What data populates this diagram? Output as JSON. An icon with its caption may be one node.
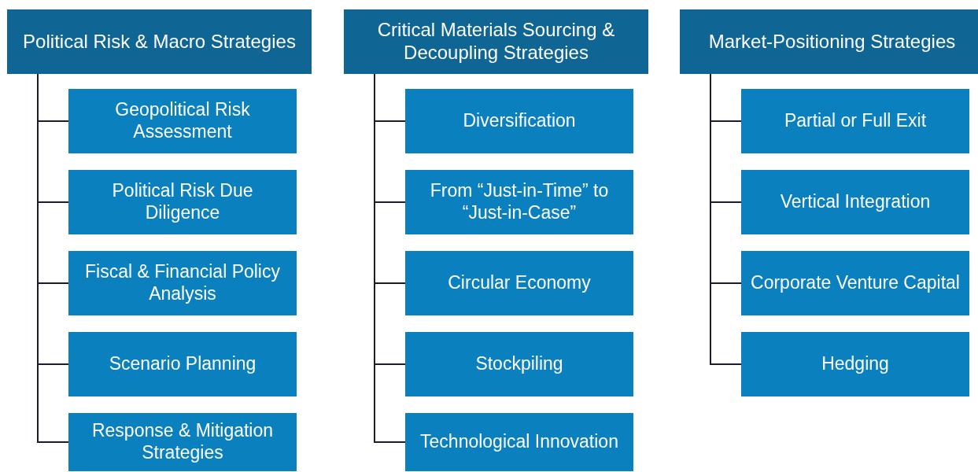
{
  "diagram": {
    "nodes": [
      {
        "text": [
          "Political Risk & Macro Strategies"
        ]
      },
      {
        "text": [
          "Geopolitical Risk Assessment"
        ]
      },
      {
        "text": [
          "Political Risk Due Diligence"
        ]
      },
      {
        "text": [
          "Fiscal & Financial Policy Analysis"
        ]
      },
      {
        "text": [
          "Scenario Planning"
        ]
      },
      {
        "text": [
          "Response & Mitigation Strategies"
        ]
      },
      {
        "text": [
          "Critical Materials Sourcing & Decoupling Strategies"
        ]
      },
      {
        "text": [
          "Diversification"
        ]
      },
      {
        "text": [
          "From “Just-in-Time” to “Just-in-Case”"
        ]
      },
      {
        "text": [
          "Circular Economy"
        ]
      },
      {
        "text": [
          "Stockpiling"
        ]
      },
      {
        "text": [
          "Technological Innovation"
        ]
      },
      {
        "text": [
          "Market-Positioning Strategies"
        ]
      },
      {
        "text": [
          "Partial or Full Exit"
        ]
      },
      {
        "text": [
          "Vertical Integration"
        ]
      },
      {
        "text": [
          "Corporate Venture Capital"
        ]
      },
      {
        "text": [
          "Hedging"
        ]
      }
    ],
    "edges": [
      {
        "from": 0,
        "to": 1,
        "arrow": "none"
      },
      {
        "from": 0,
        "to": 2,
        "arrow": "none"
      },
      {
        "from": 0,
        "to": 3,
        "arrow": "none"
      },
      {
        "from": 0,
        "to": 4,
        "arrow": "none"
      },
      {
        "from": 0,
        "to": 5,
        "arrow": "none"
      },
      {
        "from": 6,
        "to": 7,
        "arrow": "none"
      },
      {
        "from": 6,
        "to": 8,
        "arrow": "none"
      },
      {
        "from": 6,
        "to": 9,
        "arrow": "none"
      },
      {
        "from": 6,
        "to": 10,
        "arrow": "none"
      },
      {
        "from": 6,
        "to": 11,
        "arrow": "none"
      },
      {
        "from": 12,
        "to": 13,
        "arrow": "none"
      },
      {
        "from": 12,
        "to": 14,
        "arrow": "none"
      },
      {
        "from": 12,
        "to": 15,
        "arrow": "none"
      },
      {
        "from": 12,
        "to": 16,
        "arrow": "none"
      }
    ]
  }
}
